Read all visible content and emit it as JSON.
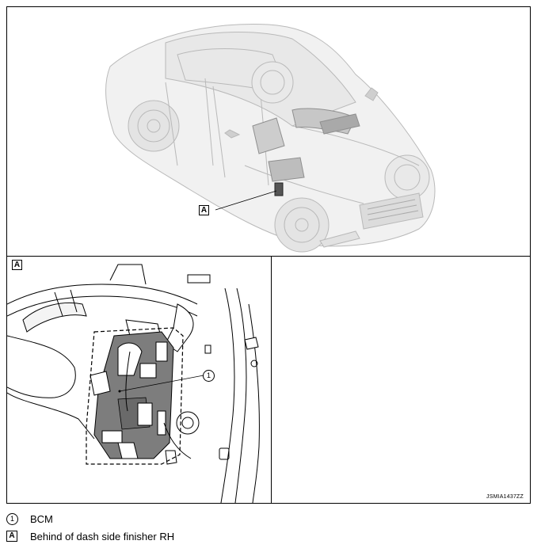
{
  "figure": {
    "callout_letter": "A",
    "callout_number": "1",
    "image_code": "JSMIA1437ZZ"
  },
  "legend": [
    {
      "symbol": "1",
      "shape": "circle",
      "text": "BCM"
    },
    {
      "symbol": "A",
      "shape": "square",
      "text": "Behind of dash side finisher RH"
    }
  ]
}
